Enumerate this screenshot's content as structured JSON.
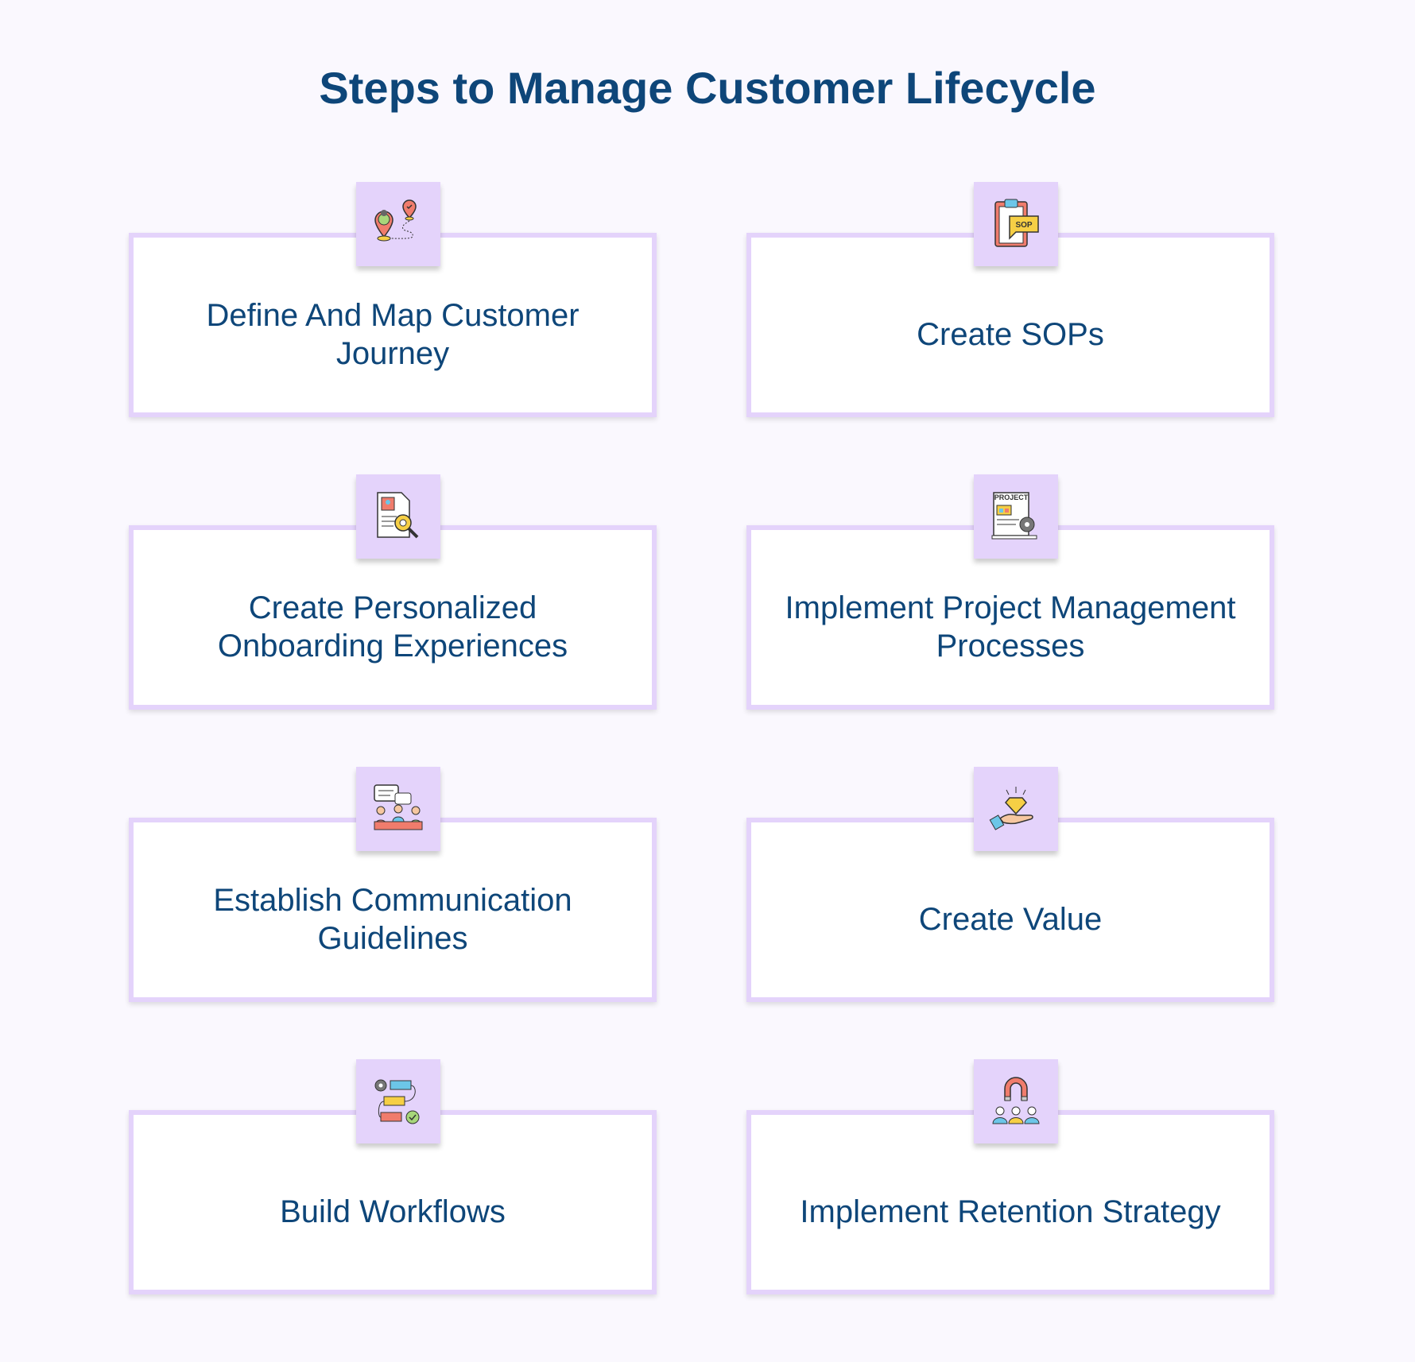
{
  "title": "Steps to Manage Customer Lifecycle",
  "steps": [
    {
      "label": "Define And Map Customer Journey",
      "icon": "map-pin-journey-icon"
    },
    {
      "label": "Create SOPs",
      "icon": "sop-clipboard-icon",
      "icon_text": "SOP"
    },
    {
      "label": "Create Personalized Onboarding Experiences",
      "icon": "profile-search-icon"
    },
    {
      "label": "Implement Project Management Processes",
      "icon": "project-document-icon",
      "icon_text": "PROJECT"
    },
    {
      "label": "Establish Communication Guidelines",
      "icon": "team-chat-icon"
    },
    {
      "label": "Create Value",
      "icon": "hand-diamond-icon"
    },
    {
      "label": "Build Workflows",
      "icon": "workflow-icon"
    },
    {
      "label": "Implement Retention Strategy",
      "icon": "magnet-customers-icon"
    }
  ]
}
